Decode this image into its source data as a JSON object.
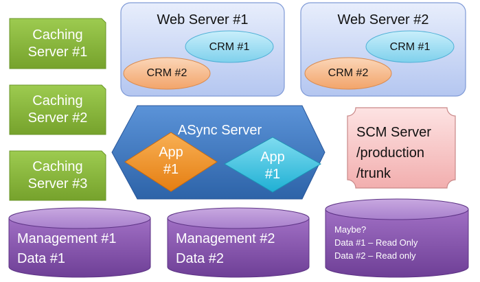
{
  "caching_servers": [
    {
      "line1": "Caching",
      "line2": "Server #1"
    },
    {
      "line1": "Caching",
      "line2": "Server #2"
    },
    {
      "line1": "Caching",
      "line2": "Server #3"
    }
  ],
  "web_servers": [
    {
      "title": "Web Server #1",
      "crm_top": "CRM #1",
      "crm_bottom": "CRM #2"
    },
    {
      "title": "Web Server #2",
      "crm_top": "CRM #1",
      "crm_bottom": "CRM #2"
    }
  ],
  "async_server": {
    "title": "ASync Server",
    "app1": {
      "line1": "App",
      "line2": "#1"
    },
    "app2": {
      "line1": "App",
      "line2": "#1"
    }
  },
  "scm_server": {
    "line1": "SCM Server",
    "line2": "/production",
    "line3": "/trunk"
  },
  "databases": [
    {
      "line1": "Management #1",
      "line2": "Data #1"
    },
    {
      "line1": "Management #2",
      "line2": "Data #2"
    },
    {
      "line1": "Maybe?",
      "line2": "Data #1 – Read Only",
      "line3": "Data #2 – Read only"
    }
  ],
  "colors": {
    "caching_green": "#8cb83e",
    "web_panel_blue": "#c5d3f5",
    "crm_top_cyan": "#9fdcf2",
    "crm_bottom_orange": "#f5ba8c",
    "async_blue": "#3f7bc4",
    "app1_orange": "#f0962e",
    "app2_cyan": "#3fc4e0",
    "scm_pink": "#f5c2c2",
    "database_purple": "#8e5bb3"
  }
}
